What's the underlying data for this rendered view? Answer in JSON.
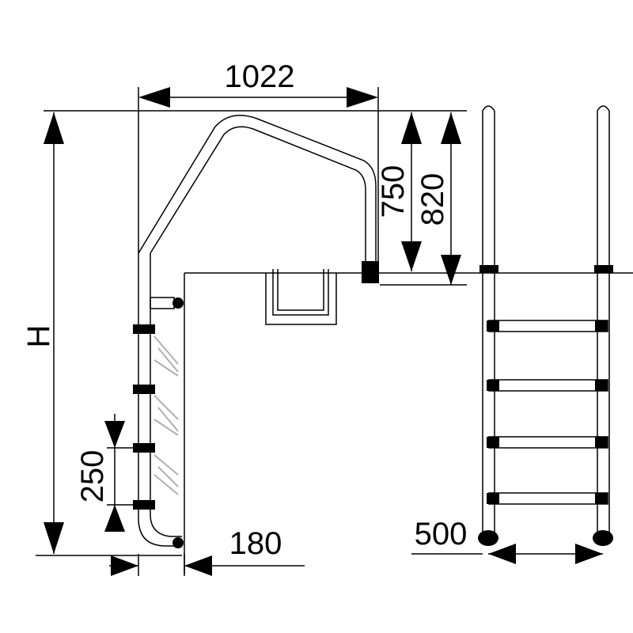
{
  "dimensions": {
    "width_top": "1022",
    "height_750": "750",
    "height_820": "820",
    "total_height": "H",
    "step_spacing": "250",
    "base_offset": "180",
    "ladder_width": "500"
  },
  "colors": {
    "line": "#000000",
    "background": "#ffffff",
    "ghost_step": "#b0b0b0"
  }
}
